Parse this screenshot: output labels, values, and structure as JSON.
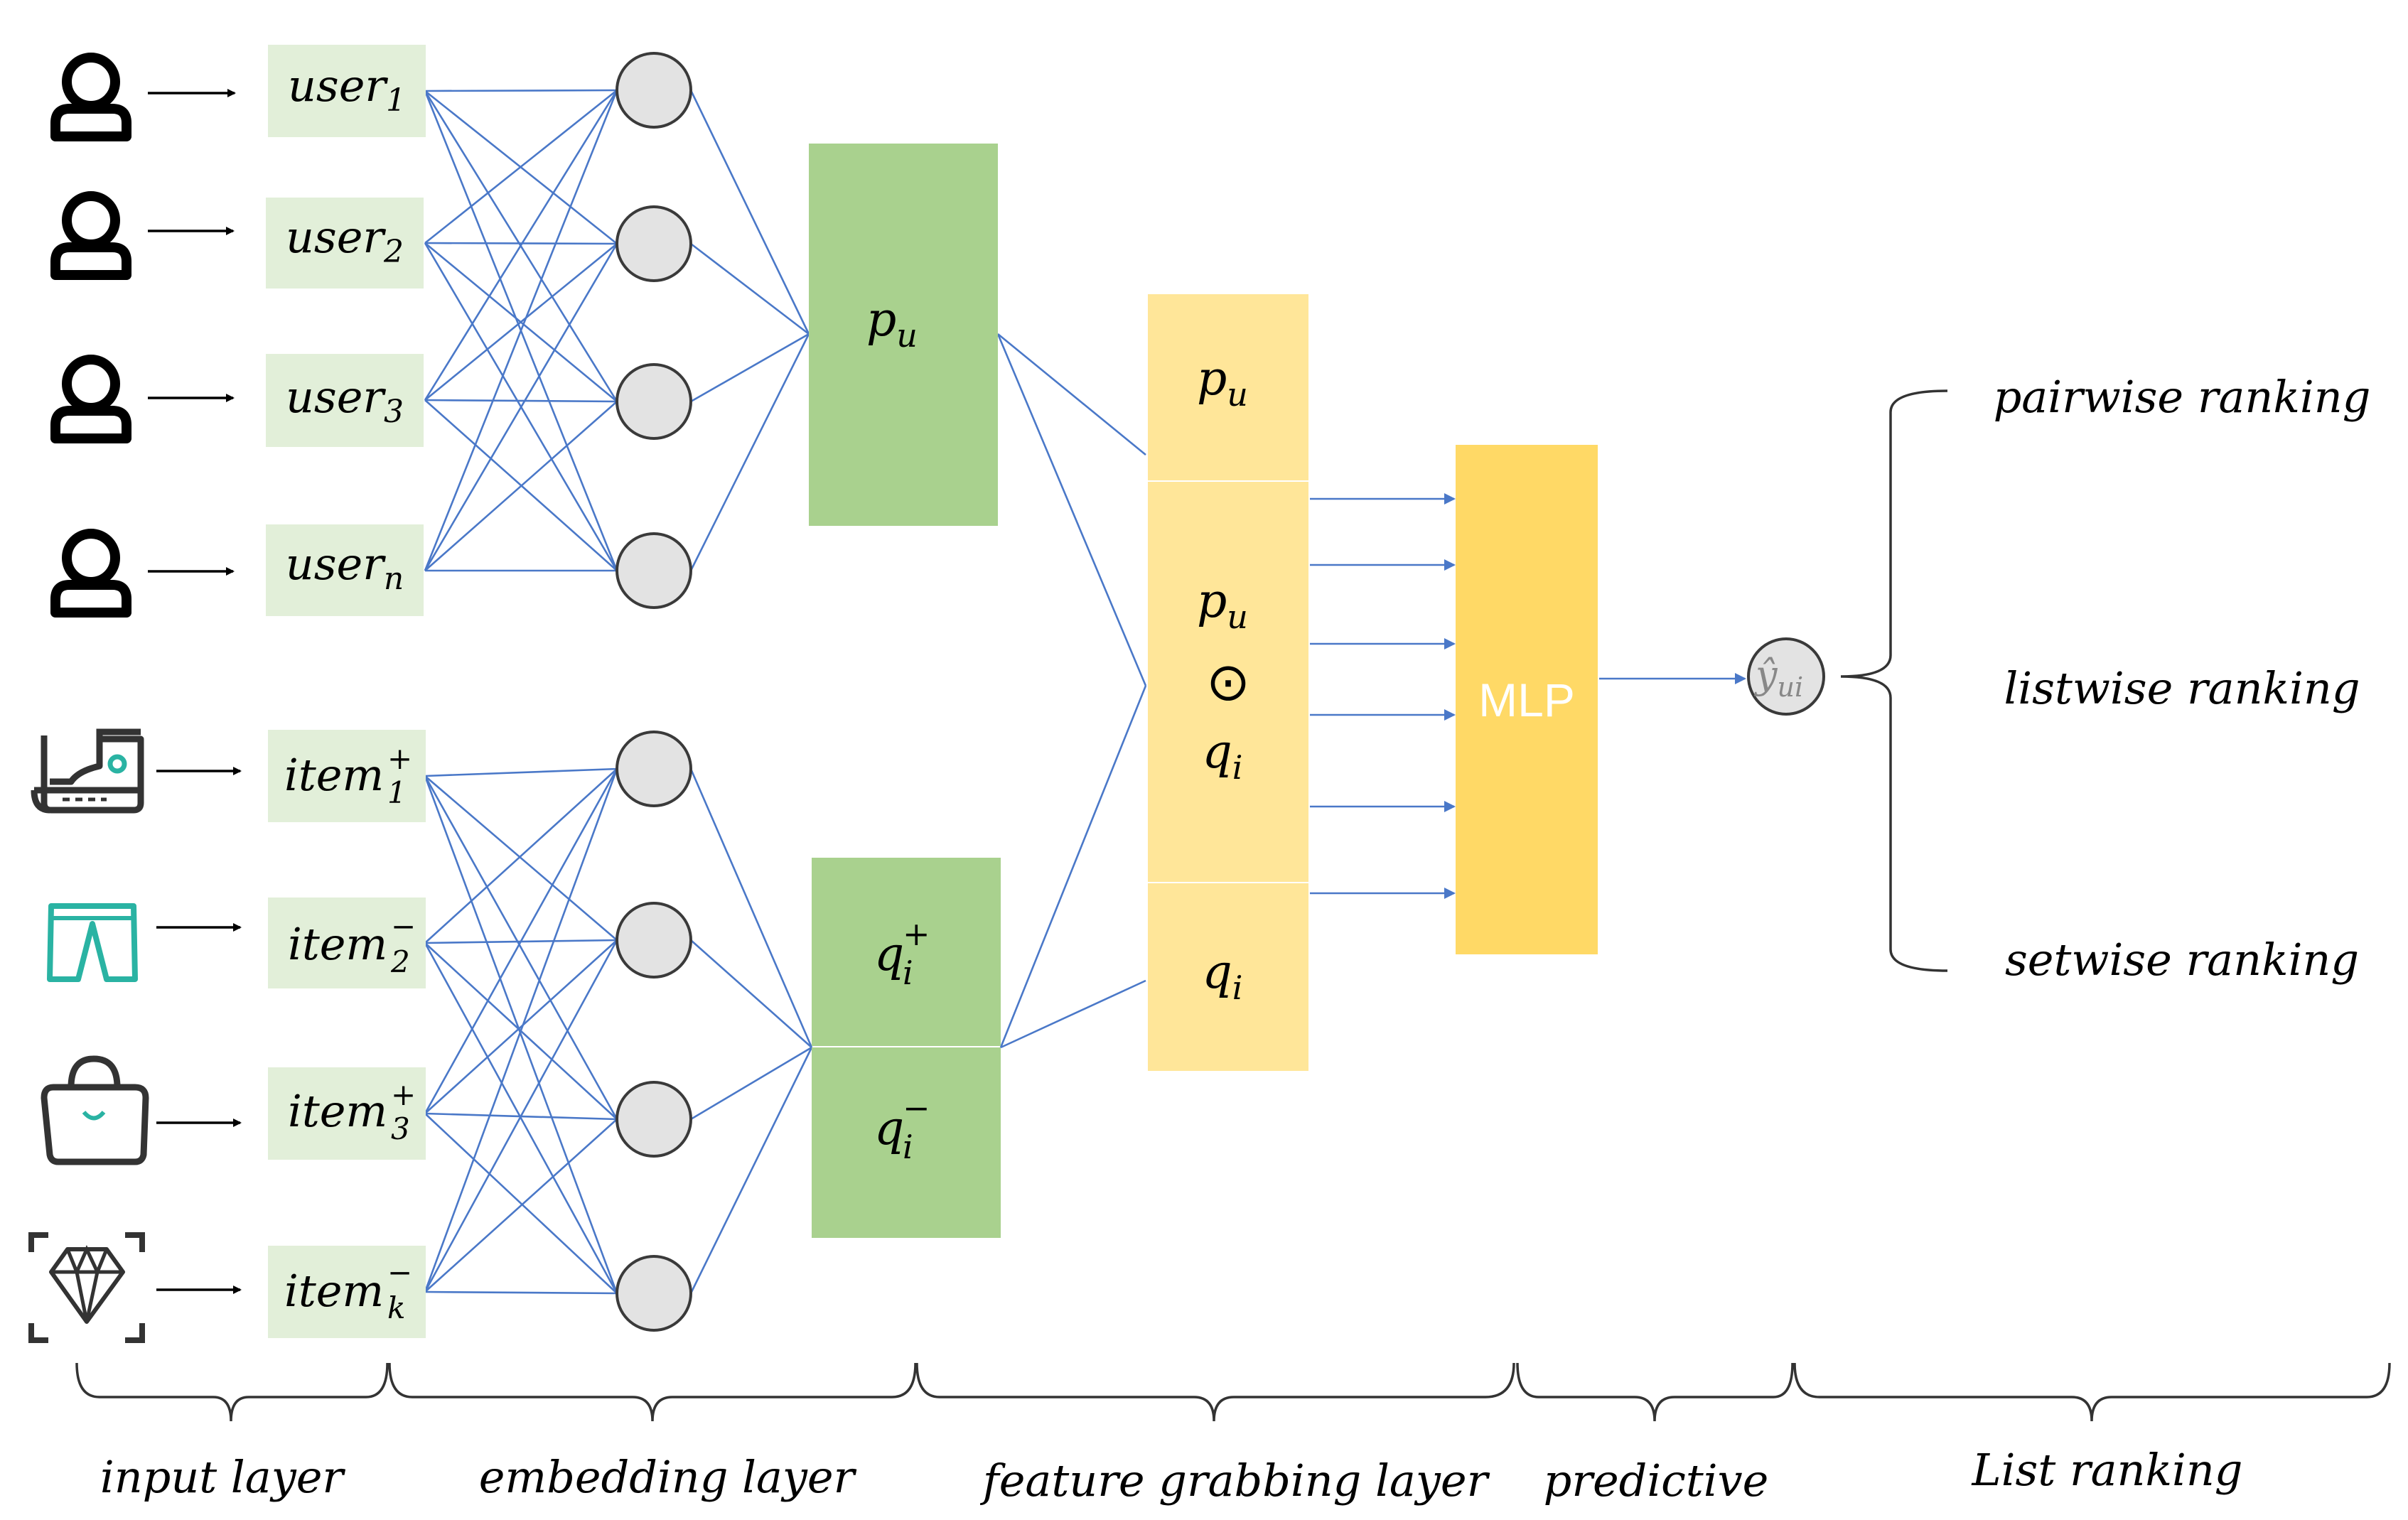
{
  "users": [
    {
      "base": "user",
      "sub": "1"
    },
    {
      "base": "user",
      "sub": "2"
    },
    {
      "base": "user",
      "sub": "3"
    },
    {
      "base": "user",
      "sub": "n"
    }
  ],
  "items": [
    {
      "base": "item",
      "sup": "+",
      "sub": "1",
      "icon": "sneaker-icon"
    },
    {
      "base": "item",
      "sup": "−",
      "sub": "2",
      "icon": "pants-icon"
    },
    {
      "base": "item",
      "sup": "+",
      "sub": "3",
      "icon": "handbag-icon"
    },
    {
      "base": "item",
      "sup": "−",
      "sub": "k",
      "icon": "diamond-icon"
    }
  ],
  "embedding": {
    "pu": {
      "base": "p",
      "sub": "u"
    },
    "qi_pos": {
      "base": "q",
      "sub": "i",
      "sup": "+"
    },
    "qi_neg": {
      "base": "q",
      "sub": "i",
      "sup": "−"
    }
  },
  "feature": {
    "top": {
      "base": "p",
      "sub": "u"
    },
    "mid_top": {
      "base": "p",
      "sub": "u"
    },
    "op": "⊙",
    "mid_bottom": {
      "base": "q",
      "sub": "i"
    },
    "bottom": {
      "base": "q",
      "sub": "i"
    }
  },
  "mlp_label": "MLP",
  "output": {
    "base": "ŷ",
    "sub": "ui"
  },
  "ranking": [
    "pairwise ranking",
    "listwise ranking",
    "setwise ranking"
  ],
  "layers": [
    "input layer",
    "embedding layer",
    "feature grabbing layer",
    "predictive",
    "List ranking"
  ],
  "colors": {
    "input_box": "#e2efd9",
    "embed_box": "#a9d18e",
    "feature_box": "#ffe699",
    "mlp_box": "#ffd966",
    "connection": "#4a78c8",
    "icon_teal": "#2ab3a3"
  }
}
